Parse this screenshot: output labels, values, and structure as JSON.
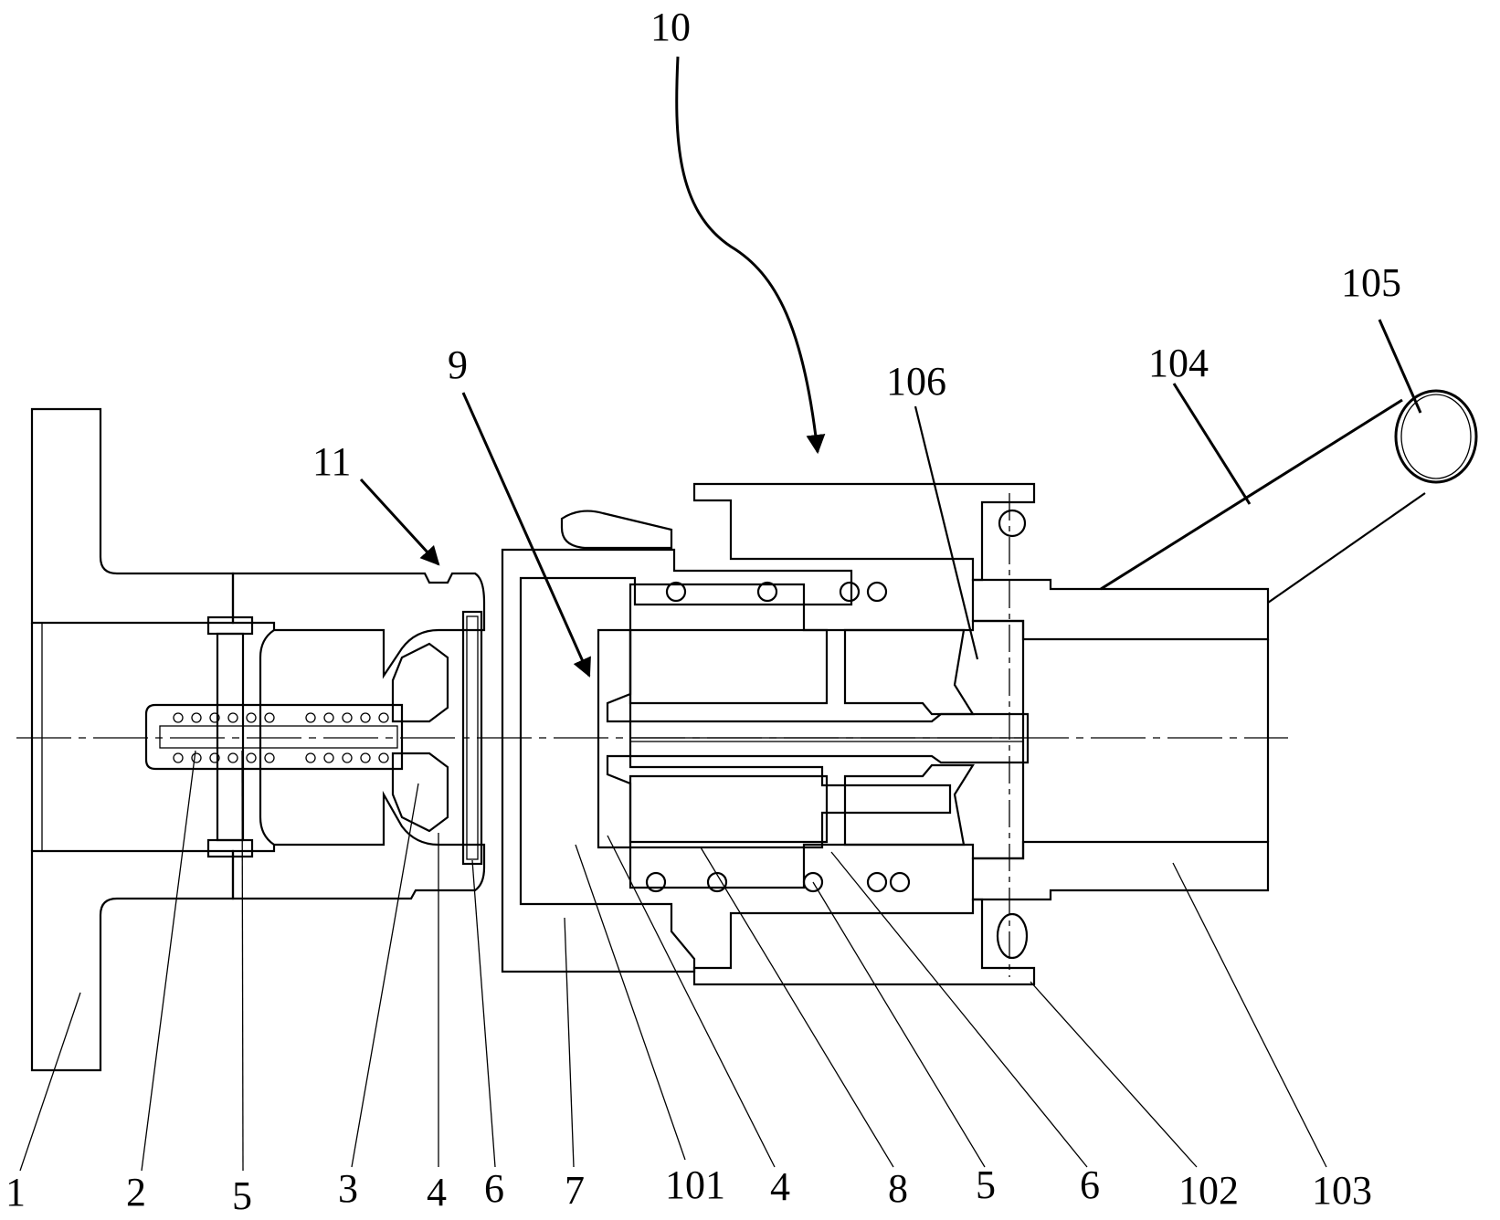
{
  "figure": {
    "callouts_top": {
      "assembly_10": "10",
      "part_9": "9",
      "part_11": "11",
      "part_106": "106",
      "part_104": "104",
      "part_105": "105"
    },
    "callouts_bottom": [
      {
        "id": "1",
        "text": "1"
      },
      {
        "id": "2",
        "text": "2"
      },
      {
        "id": "5a",
        "text": "5"
      },
      {
        "id": "3",
        "text": "3"
      },
      {
        "id": "4a",
        "text": "4"
      },
      {
        "id": "6a",
        "text": "6"
      },
      {
        "id": "7",
        "text": "7"
      },
      {
        "id": "101",
        "text": "101"
      },
      {
        "id": "4b",
        "text": "4"
      },
      {
        "id": "8",
        "text": "8"
      },
      {
        "id": "5b",
        "text": "5"
      },
      {
        "id": "6b",
        "text": "6"
      },
      {
        "id": "102",
        "text": "102"
      },
      {
        "id": "103",
        "text": "103"
      }
    ]
  }
}
